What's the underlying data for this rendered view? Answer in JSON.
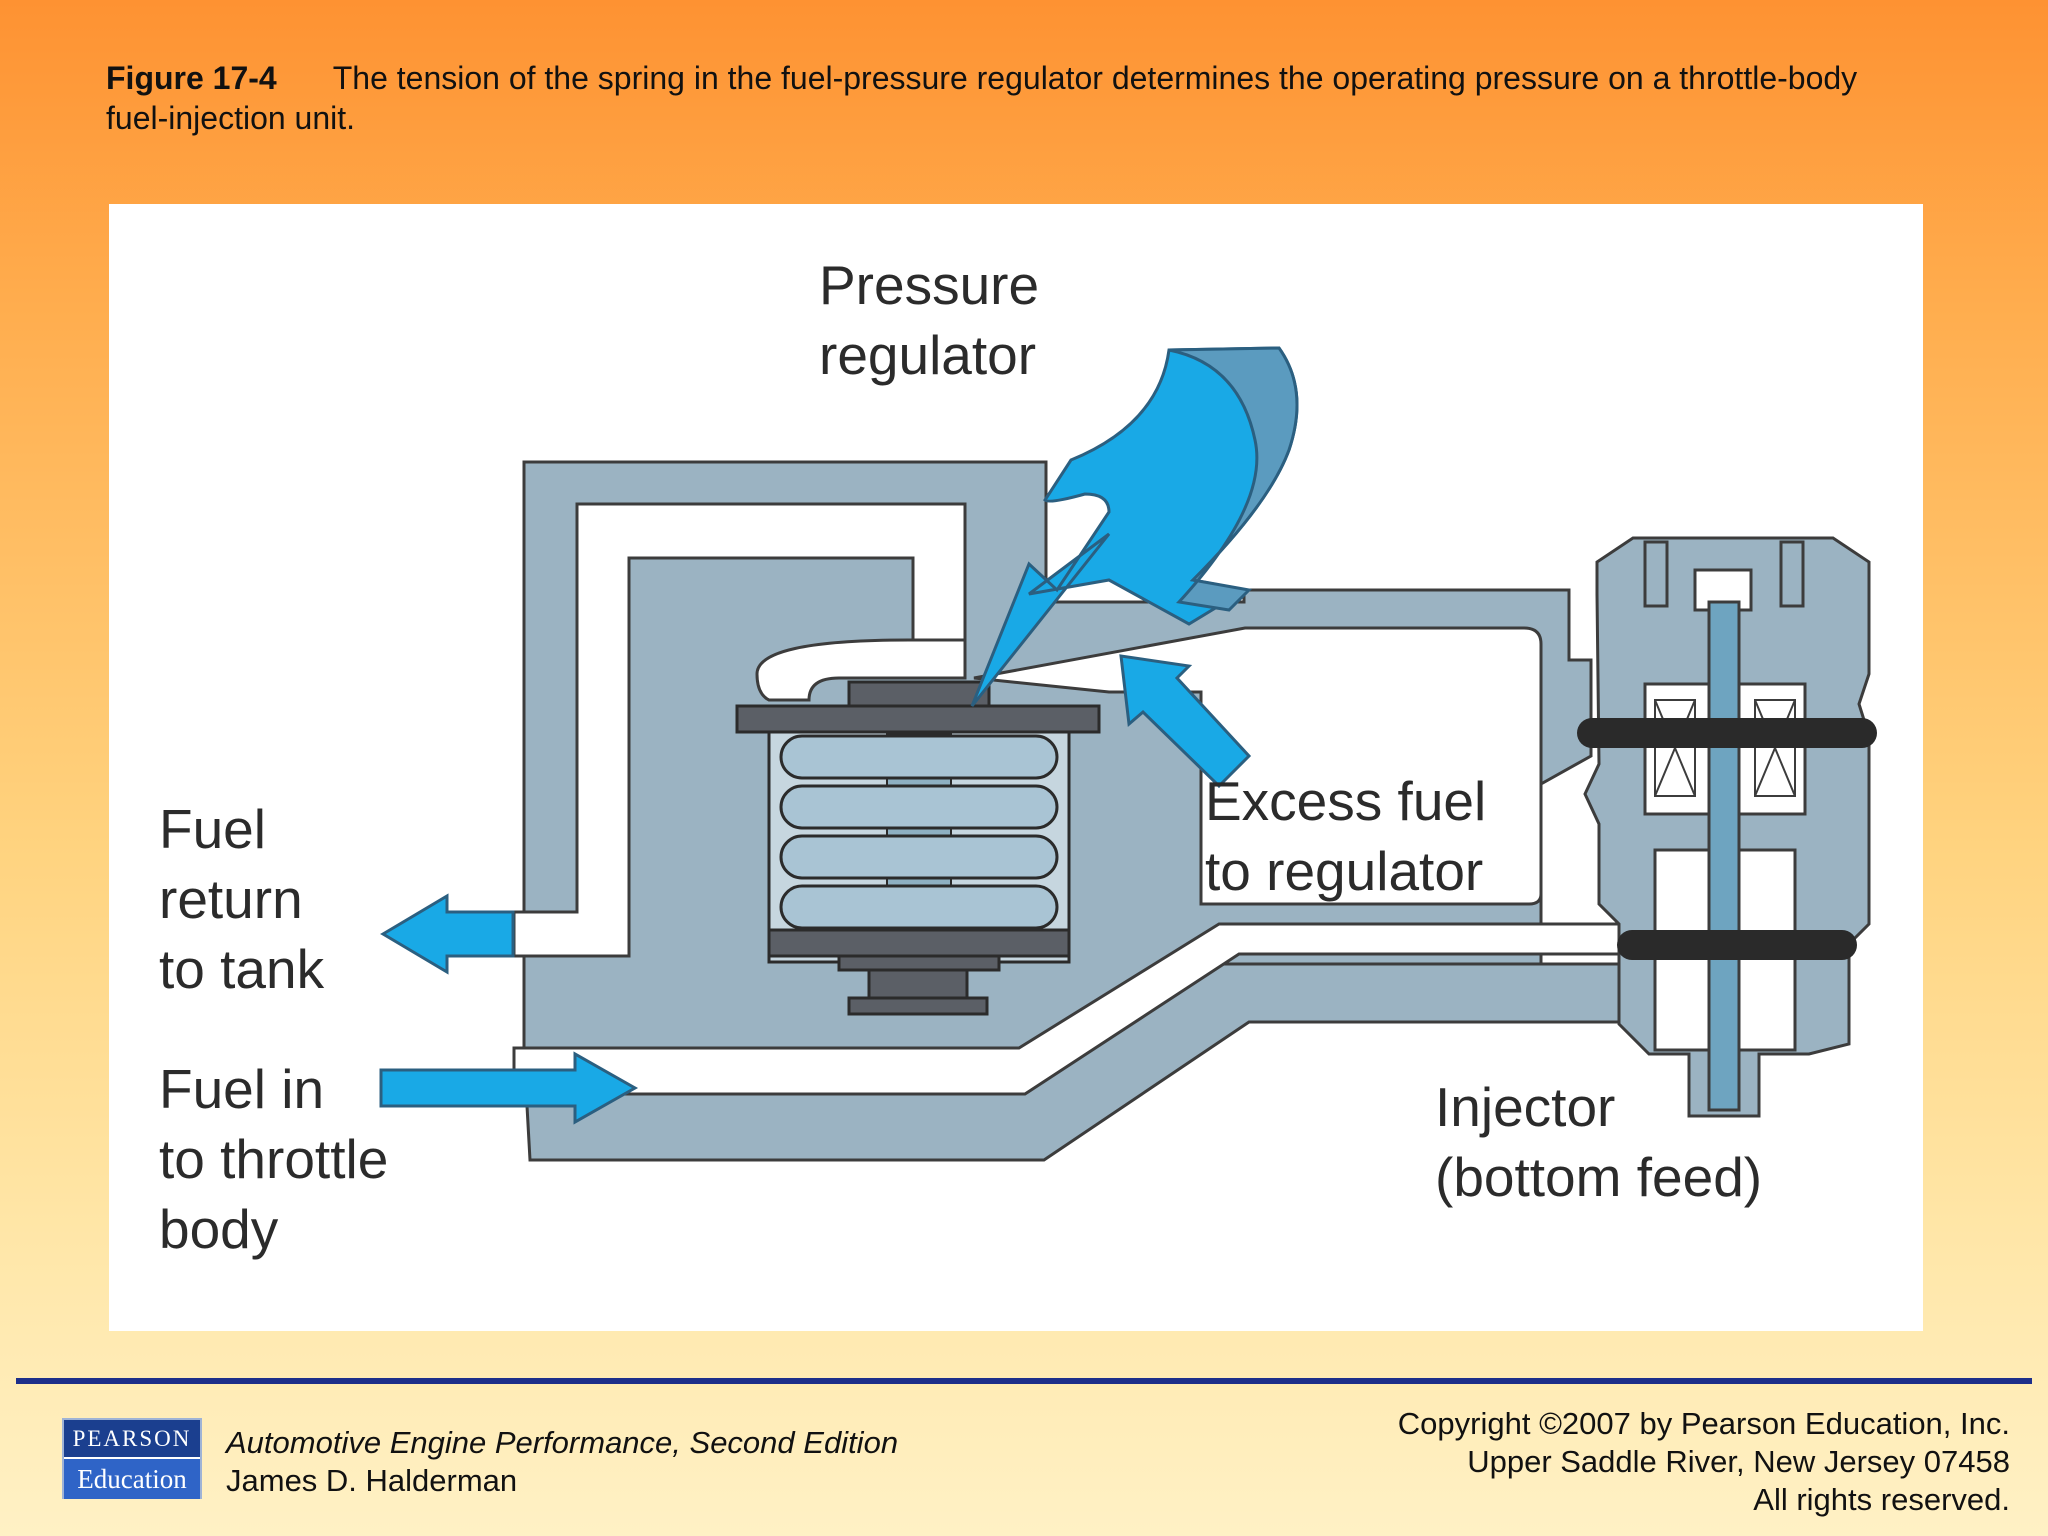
{
  "caption": {
    "figure": "Figure 17-4",
    "text": "The tension of the spring in the fuel-pressure regulator determines the operating pressure on a throttle-body fuel-injection unit."
  },
  "diagram": {
    "labels": {
      "pressure_regulator": [
        "Pressure",
        "regulator"
      ],
      "excess_fuel": [
        "Excess fuel",
        "to regulator"
      ],
      "fuel_return": [
        "Fuel",
        "return",
        "to tank"
      ],
      "fuel_in": [
        "Fuel in",
        "to throttle",
        "body"
      ],
      "injector": [
        "Injector",
        "(bottom feed)"
      ]
    },
    "colors": {
      "body": "#9bb3c2",
      "outline": "#3c3c3c",
      "passage": "#ffffff",
      "arrow": "#19a9e6",
      "metal": "#5b5f66",
      "spring": "#a9c4d4"
    }
  },
  "footer": {
    "logo_top": "PEARSON",
    "logo_bottom": "Education",
    "book_title": "Automotive Engine Performance, Second Edition",
    "author": "James D. Halderman",
    "copyright_lines": [
      "Copyright ©2007 by Pearson Education, Inc.",
      "Upper Saddle River, New Jersey 07458",
      "All rights reserved."
    ]
  }
}
